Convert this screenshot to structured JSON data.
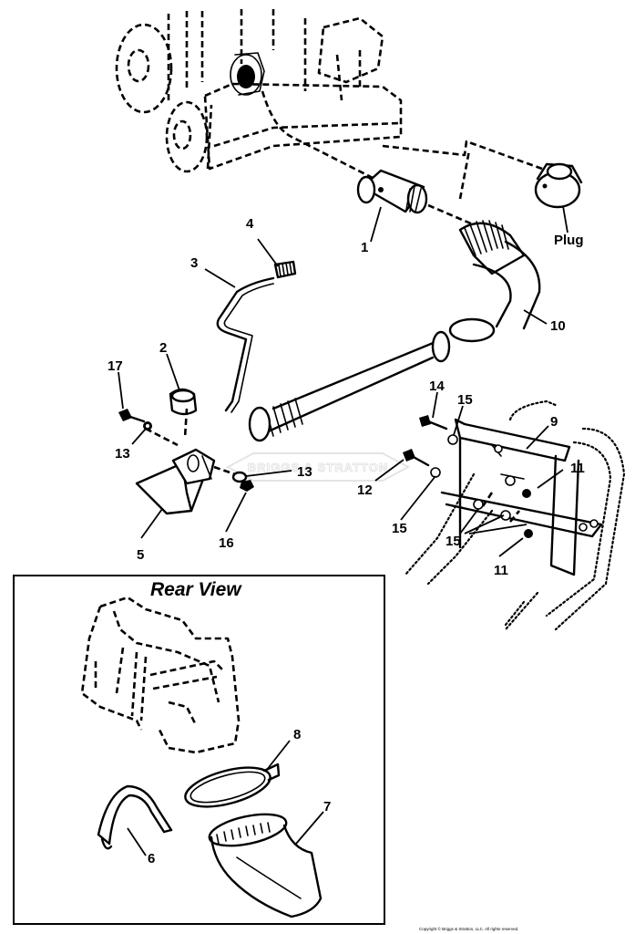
{
  "diagram": {
    "callouts": {
      "c1": "1",
      "c2": "2",
      "c3": "3",
      "c4": "4",
      "c5": "5",
      "c6": "6",
      "c7": "7",
      "c8": "8",
      "c9": "9",
      "c10": "10",
      "c11a": "11",
      "c11b": "11",
      "c12": "12",
      "c13a": "13",
      "c13b": "13",
      "c14": "14",
      "c15a": "15",
      "c15b": "15",
      "c15c": "15",
      "c16": "16",
      "c17": "17",
      "plug": "Plug"
    },
    "inset_title": "Rear View",
    "watermark": "BRIGGS & STRATTON",
    "copyright": "Copyright © Briggs & Stratton, LLC. All rights reserved."
  }
}
